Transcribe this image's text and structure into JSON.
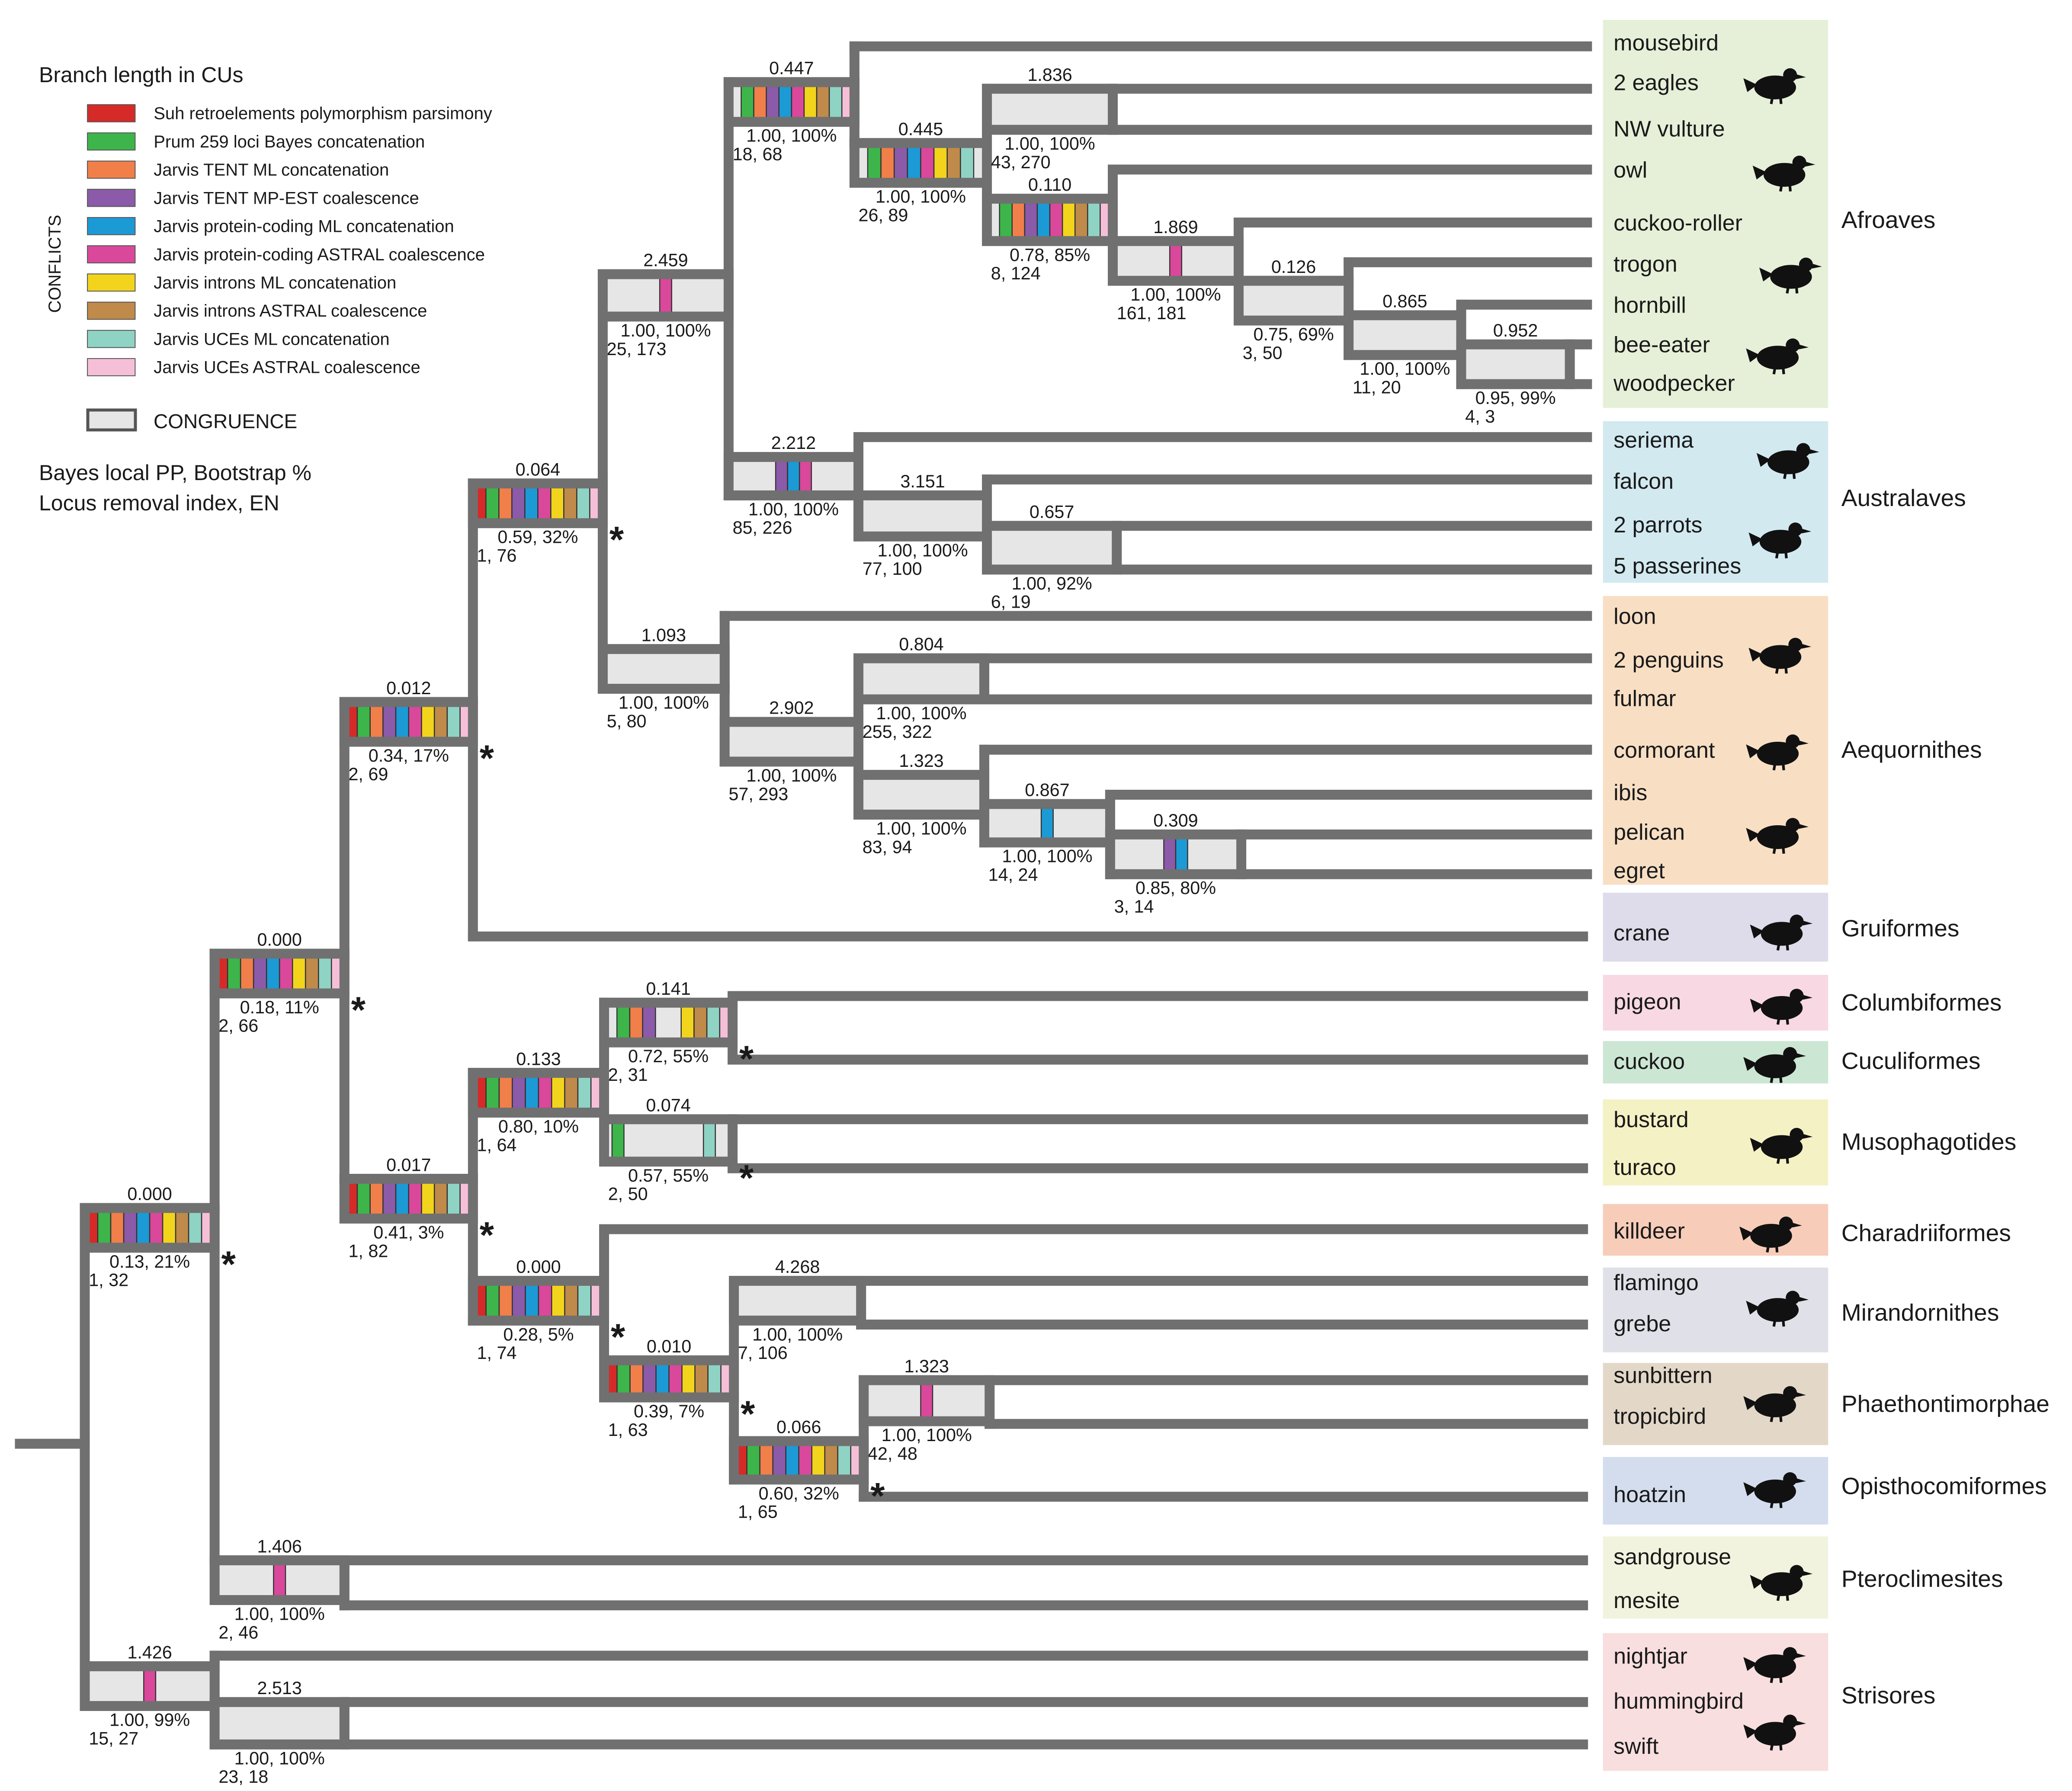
{
  "legend": {
    "title": "Branch length in CUs",
    "conflicts_label": "CONFLICTS",
    "items": [
      {
        "color": "#d62a28",
        "label": "Suh retroelements polymorphism parsimony"
      },
      {
        "color": "#3db54a",
        "label": "Prum 259 loci  Bayes concatenation"
      },
      {
        "color": "#f07f4a",
        "label": "Jarvis TENT  ML concatenation"
      },
      {
        "color": "#8b5aa8",
        "label": "Jarvis TENT  MP-EST coalescence"
      },
      {
        "color": "#1b9ad6",
        "label": "Jarvis protein-coding  ML concatenation"
      },
      {
        "color": "#d9489b",
        "label": "Jarvis protein-coding  ASTRAL coalescence"
      },
      {
        "color": "#f2d41c",
        "label": "Jarvis introns  ML concatenation"
      },
      {
        "color": "#bf8a4a",
        "label": "Jarvis introns  ASTRAL coalescence"
      },
      {
        "color": "#8fd3c4",
        "label": "Jarvis UCEs  ML concatenation"
      },
      {
        "color": "#f6bfd8",
        "label": "Jarvis UCEs  ASTRAL coalescence"
      }
    ],
    "congruence_label": "CONGRUENCE",
    "congruence_color": "#e6e6e6",
    "support_line1": "Bayes local PP,  Bootstrap %",
    "support_line2": "Locus removal index,  EN"
  },
  "branch_color": "#707070",
  "nodes": [
    {
      "id": "n1",
      "bl": "0.000",
      "ci": [
        0,
        1,
        2,
        3,
        4,
        5,
        6,
        7,
        8,
        9
      ],
      "s1": "0.13, 21%",
      "s2": "1, 32",
      "star": true
    },
    {
      "id": "n2",
      "bl": "0.000",
      "ci": [
        0,
        1,
        2,
        3,
        4,
        5,
        6,
        7,
        8,
        9
      ],
      "s1": "0.18, 11%",
      "s2": "2, 66",
      "star": true
    },
    {
      "id": "n3",
      "bl": "0.012",
      "ci": [
        0,
        1,
        2,
        3,
        4,
        5,
        6,
        7,
        8,
        9
      ],
      "s1": "0.34, 17%",
      "s2": "2, 69",
      "star": true
    },
    {
      "id": "n4",
      "bl": "0.064",
      "ci": [
        0,
        1,
        2,
        3,
        4,
        5,
        6,
        7,
        8,
        9
      ],
      "s1": "0.59, 32%",
      "s2": "1, 76",
      "star": true
    },
    {
      "id": "n5",
      "bl": "2.459",
      "ci": [
        5
      ],
      "s1": "1.00, 100%",
      "s2": "25, 173",
      "star": false
    },
    {
      "id": "n6",
      "bl": "0.447",
      "ci": [
        1,
        2,
        3,
        4,
        5,
        6,
        7,
        8,
        9
      ],
      "s1": "1.00, 100%",
      "s2": "18, 68",
      "star": false
    },
    {
      "id": "n7",
      "bl": "0.445",
      "ci": [
        1,
        2,
        3,
        4,
        5,
        6,
        7,
        8
      ],
      "s1": "1.00, 100%",
      "s2": "26, 89",
      "star": false
    },
    {
      "id": "n8",
      "bl": "1.836",
      "ci": [],
      "s1": "1.00, 100%",
      "s2": "43, 270",
      "star": false
    },
    {
      "id": "n9",
      "bl": "0.110",
      "ci": [
        1,
        2,
        3,
        4,
        5,
        6,
        7,
        8,
        9
      ],
      "s1": "0.78, 85%",
      "s2": "8, 124",
      "star": false
    },
    {
      "id": "n10",
      "bl": "1.869",
      "ci": [
        5
      ],
      "s1": "1.00, 100%",
      "s2": "161, 181",
      "star": false
    },
    {
      "id": "n11",
      "bl": "0.126",
      "ci": [],
      "s1": "0.75, 69%",
      "s2": "3, 50",
      "star": false
    },
    {
      "id": "n12",
      "bl": "0.865",
      "ci": [],
      "s1": "1.00, 100%",
      "s2": "11, 20",
      "star": false
    },
    {
      "id": "n13",
      "bl": "0.952",
      "ci": [],
      "s1": "0.95, 99%",
      "s2": "4, 3",
      "star": false
    },
    {
      "id": "n14",
      "bl": "2.212",
      "ci": [
        3,
        4,
        5
      ],
      "s1": "1.00, 100%",
      "s2": "85, 226",
      "star": false
    },
    {
      "id": "n15",
      "bl": "3.151",
      "ci": [],
      "s1": "1.00, 100%",
      "s2": "77, 100",
      "star": false
    },
    {
      "id": "n16",
      "bl": "0.657",
      "ci": [],
      "s1": "1.00, 92%",
      "s2": "6, 19",
      "star": false
    },
    {
      "id": "n17",
      "bl": "1.093",
      "ci": [],
      "s1": "1.00, 100%",
      "s2": "5, 80",
      "star": false
    },
    {
      "id": "n18",
      "bl": "2.902",
      "ci": [],
      "s1": "1.00, 100%",
      "s2": "57, 293",
      "star": false
    },
    {
      "id": "n19",
      "bl": "0.804",
      "ci": [],
      "s1": "1.00, 100%",
      "s2": "255, 322",
      "star": false
    },
    {
      "id": "n20",
      "bl": "1.323",
      "ci": [],
      "s1": "1.00, 100%",
      "s2": "83, 94",
      "star": false
    },
    {
      "id": "n21",
      "bl": "0.867",
      "ci": [
        4
      ],
      "s1": "1.00, 100%",
      "s2": "14, 24",
      "star": false
    },
    {
      "id": "n22",
      "bl": "0.309",
      "ci": [
        3,
        4
      ],
      "s1": "0.85, 80%",
      "s2": "3, 14",
      "star": false
    },
    {
      "id": "n23",
      "bl": "0.017",
      "ci": [
        0,
        1,
        2,
        3,
        4,
        5,
        6,
        7,
        8,
        9
      ],
      "s1": "0.41, 3%",
      "s2": "1, 82",
      "star": true
    },
    {
      "id": "n24",
      "bl": "0.133",
      "ci": [
        0,
        1,
        2,
        3,
        4,
        5,
        6,
        7,
        8,
        9
      ],
      "s1": "0.80, 10%",
      "s2": "1, 64",
      "star": true
    },
    {
      "id": "n25",
      "bl": "0.141",
      "ci": [
        1,
        2,
        3,
        6,
        7,
        8,
        9
      ],
      "s1": "0.72, 55%",
      "s2": "2, 31",
      "star": true
    },
    {
      "id": "n26",
      "bl": "0.074",
      "ci": [
        1,
        8
      ],
      "s1": "0.57, 55%",
      "s2": "2, 50",
      "star": true
    },
    {
      "id": "n27",
      "bl": "0.000",
      "ci": [
        0,
        1,
        2,
        3,
        4,
        5,
        6,
        7,
        8,
        9
      ],
      "s1": "0.28, 5%",
      "s2": "1, 74",
      "star": true
    },
    {
      "id": "n28",
      "bl": "4.268",
      "ci": [],
      "s1": "1.00, 100%",
      "s2": "7, 106",
      "star": false
    },
    {
      "id": "n29",
      "bl": "0.010",
      "ci": [
        0,
        1,
        2,
        3,
        4,
        5,
        6,
        7,
        8,
        9
      ],
      "s1": "0.39, 7%",
      "s2": "1, 63",
      "star": true
    },
    {
      "id": "n30",
      "bl": "1.323",
      "ci": [
        5
      ],
      "s1": "1.00, 100%",
      "s2": "42, 48",
      "star": false
    },
    {
      "id": "n31",
      "bl": "0.066",
      "ci": [
        0,
        1,
        2,
        3,
        4,
        5,
        6,
        7,
        8,
        9
      ],
      "s1": "0.60, 32%",
      "s2": "1, 65",
      "star": true
    },
    {
      "id": "n32",
      "bl": "1.406",
      "ci": [
        5
      ],
      "s1": "1.00, 100%",
      "s2": "2, 46",
      "star": false
    },
    {
      "id": "n33",
      "bl": "1.426",
      "ci": [
        5
      ],
      "s1": "1.00, 99%",
      "s2": "15, 27",
      "star": false
    },
    {
      "id": "n34",
      "bl": "2.513",
      "ci": [],
      "s1": "1.00, 100%",
      "s2": "23, 18",
      "star": false
    }
  ],
  "taxa": [
    "mousebird",
    "2 eagles",
    "NW vulture",
    "owl",
    "cuckoo-roller",
    "trogon",
    "hornbill",
    "bee-eater",
    "woodpecker",
    "seriema",
    "falcon",
    "2 parrots",
    "5 passerines",
    "loon",
    "2 penguins",
    "fulmar",
    "cormorant",
    "ibis",
    "pelican",
    "egret",
    "crane",
    "pigeon",
    "cuckoo",
    "bustard",
    "turaco",
    "killdeer",
    "flamingo",
    "grebe",
    "sunbittern",
    "tropicbird",
    "hoatzin",
    "sandgrouse",
    "mesite",
    "nightjar",
    "hummingbird",
    "swift"
  ],
  "clades": [
    {
      "name": "Afroaves",
      "color": "#e6f0d8"
    },
    {
      "name": "Australaves",
      "color": "#d2e9f0"
    },
    {
      "name": "Aequornithes",
      "color": "#f8dfc4"
    },
    {
      "name": "Gruiformes",
      "color": "#dedbea"
    },
    {
      "name": "Columbiformes",
      "color": "#f7d8e3"
    },
    {
      "name": "Cuculiformes",
      "color": "#cce6d4"
    },
    {
      "name": "Musophagotides",
      "color": "#f4f1c4"
    },
    {
      "name": "Charadriiformes",
      "color": "#f7cdb9"
    },
    {
      "name": "Mirandornithes",
      "color": "#e0e0e8"
    },
    {
      "name": "Phaethontimorphae",
      "color": "#e3d8c8"
    },
    {
      "name": "Opisthocomiformes",
      "color": "#d3ddee"
    },
    {
      "name": "Pteroclimesites",
      "color": "#f1f3de"
    },
    {
      "name": "Strisores",
      "color": "#f8dede"
    }
  ],
  "silhouettes": [
    "eagle-icon",
    "owl-icon",
    "hornbill-icon",
    "bee-eater-icon",
    "seriema-icon",
    "passerine-icon",
    "penguin-icon",
    "cormorant-icon",
    "pelican-icon",
    "crane-icon",
    "pigeon-icon",
    "cuckoo-icon",
    "bustard-icon",
    "killdeer-icon",
    "flamingo-icon",
    "tropicbird-icon",
    "hoatzin-icon",
    "sandgrouse-icon",
    "hummingbird-icon",
    "swift-icon"
  ]
}
